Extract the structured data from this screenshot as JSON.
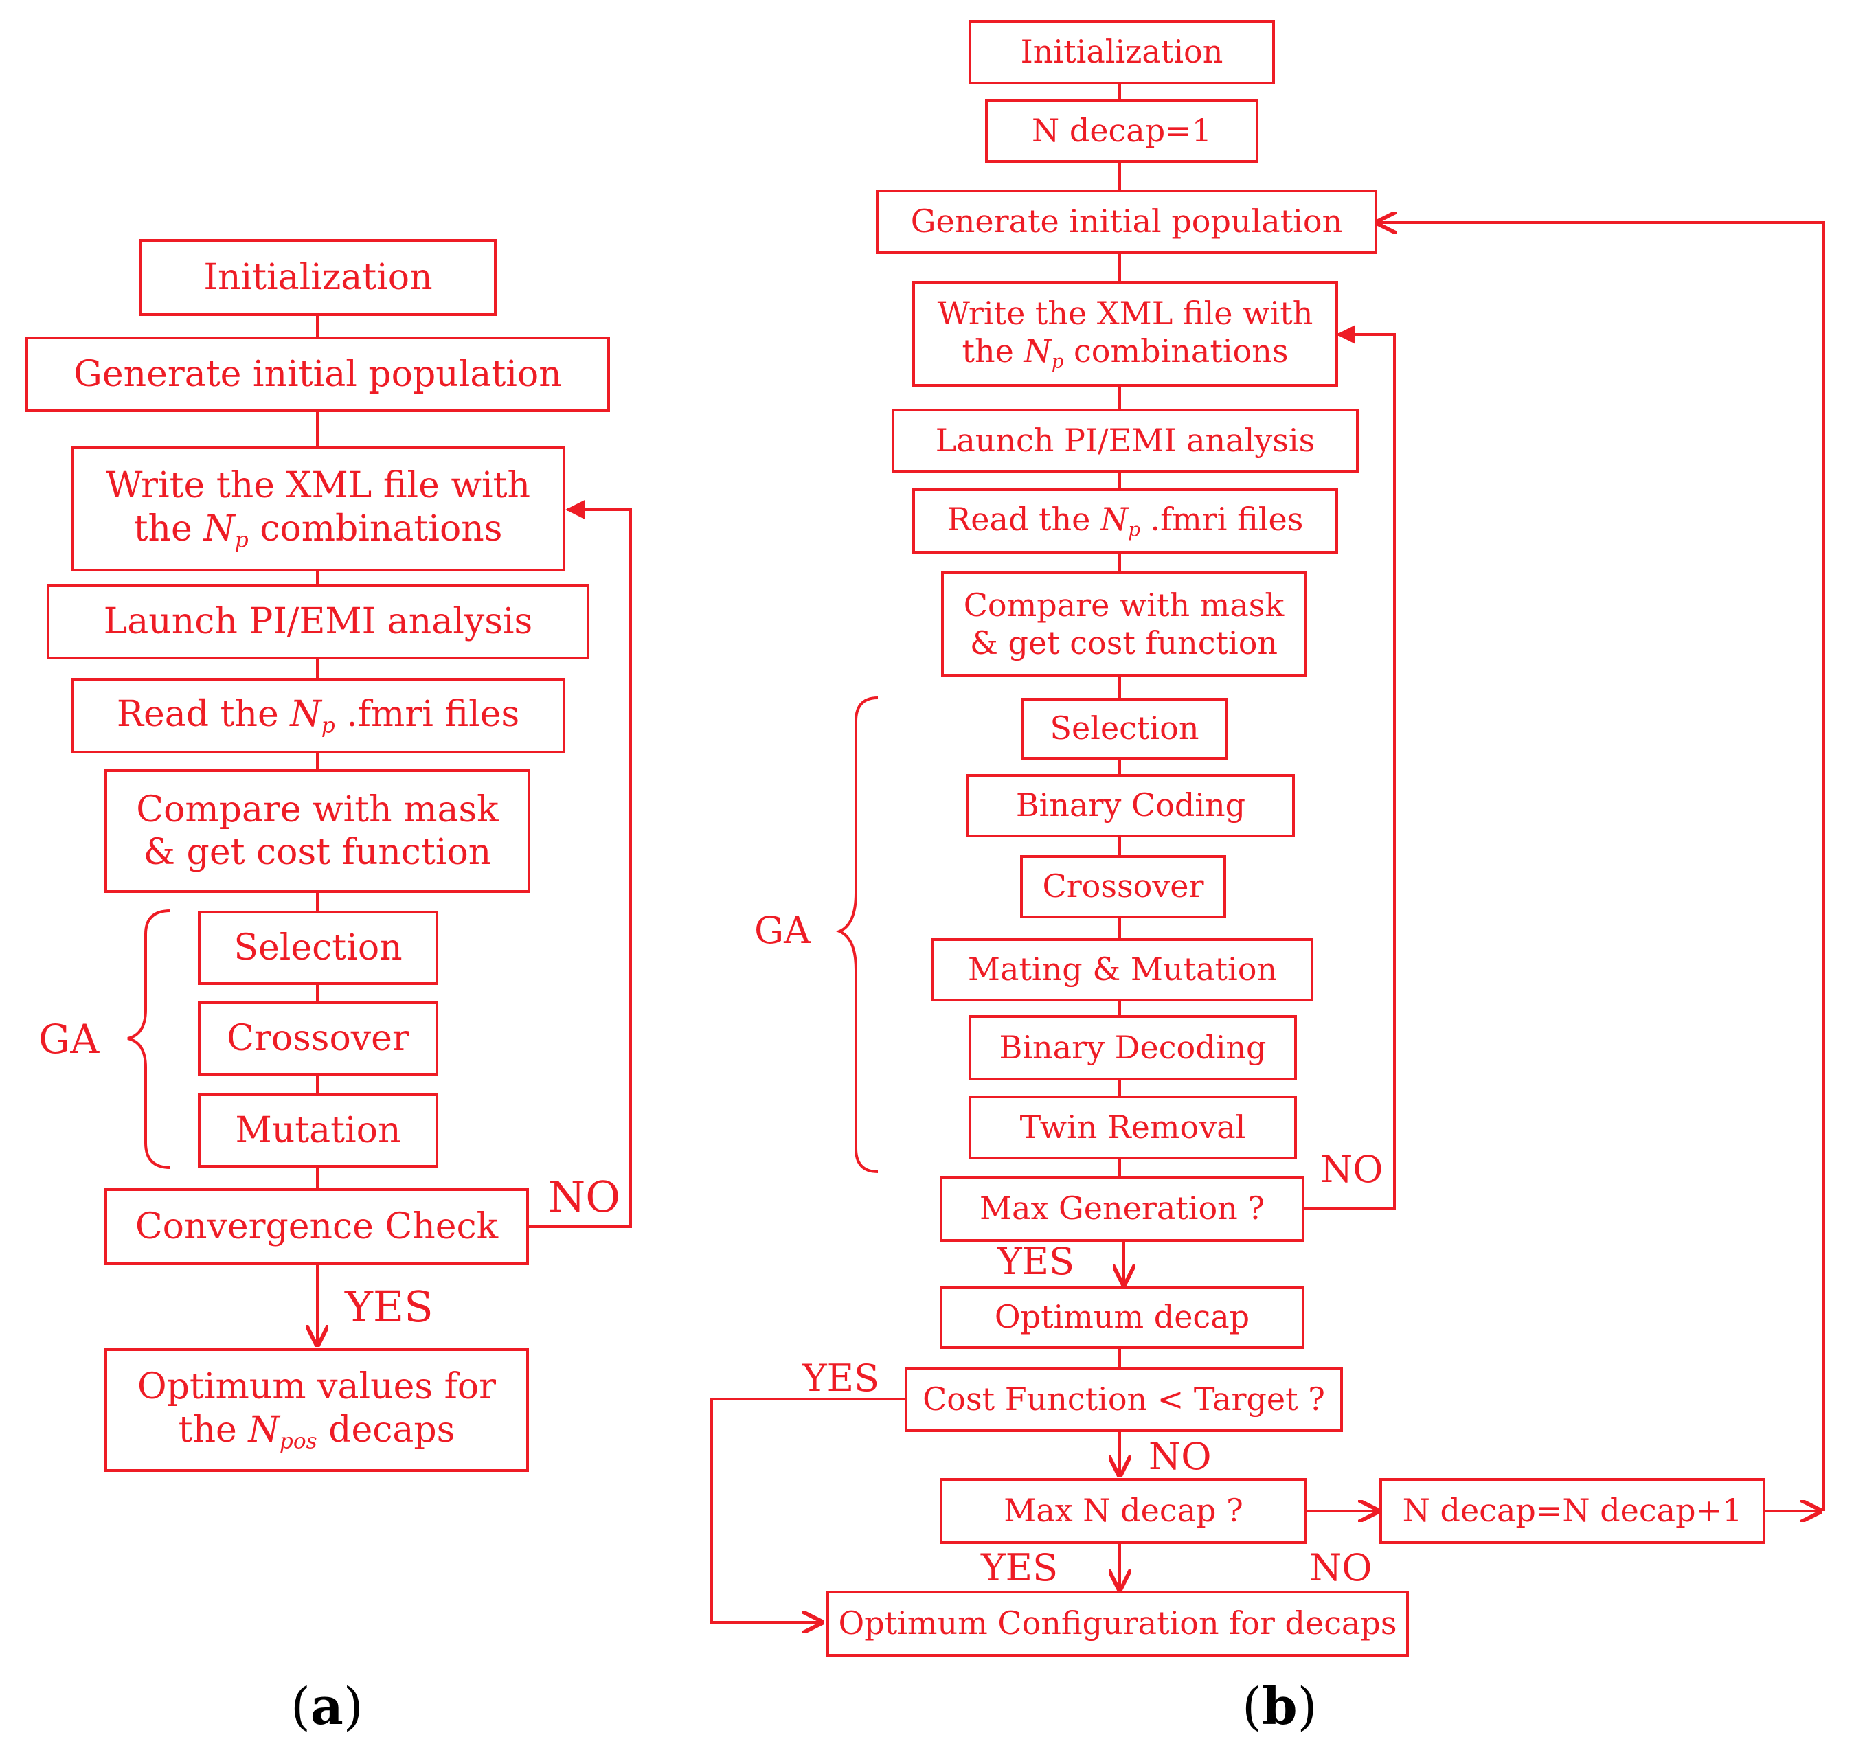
{
  "panel_a": {
    "boxes": {
      "init": "Initialization",
      "gen_pop": "Generate initial population",
      "write_xml": [
        "Write the XML file with",
        "the",
        "N",
        "p",
        "combinations"
      ],
      "launch": "Launch PI/EMI analysis",
      "read": [
        "Read the",
        "N",
        "p",
        ".fmri files"
      ],
      "compare": [
        "Compare with mask",
        "& get cost function"
      ],
      "selection": "Selection",
      "crossover": "Crossover",
      "mutation": "Mutation",
      "convergence": "Convergence Check",
      "optimum": [
        "Optimum values for",
        "the",
        "N",
        "pos",
        "decaps"
      ]
    },
    "ga_label": "GA",
    "no_label": "NO",
    "yes_label": "YES",
    "caption": [
      "(",
      "a",
      ")"
    ]
  },
  "panel_b": {
    "boxes": {
      "init": "Initialization",
      "ndecap1": "N decap=1",
      "gen_pop": "Generate initial population",
      "write_xml": [
        "Write the XML file with",
        "the",
        "N",
        "p",
        "combinations"
      ],
      "launch": "Launch PI/EMI analysis",
      "read": [
        "Read the",
        "N",
        "p",
        ".fmri files"
      ],
      "compare": [
        "Compare with mask",
        "& get cost function"
      ],
      "selection": "Selection",
      "bin_coding": "Binary Coding",
      "crossover": "Crossover",
      "mating": "Mating & Mutation",
      "bin_decoding": "Binary Decoding",
      "twin": "Twin Removal",
      "max_gen": "Max Generation ?",
      "opt_decap": "Optimum decap",
      "cost_target": "Cost Function < Target ?",
      "max_ndecap": "Max N decap ?",
      "ndecap_inc": "N decap=N decap+1",
      "opt_config": "Optimum Configuration for decaps"
    },
    "ga_label": "GA",
    "labels": {
      "no_maxgen": "NO",
      "yes_maxgen": "YES",
      "yes_cost": "YES",
      "no_cost": "NO",
      "yes_maxn": "YES",
      "no_maxn": "NO"
    },
    "caption": [
      "(",
      "b",
      ")"
    ]
  },
  "colors": {
    "accent": "#ee1c25",
    "caption": "#000000",
    "background": "#ffffff"
  }
}
